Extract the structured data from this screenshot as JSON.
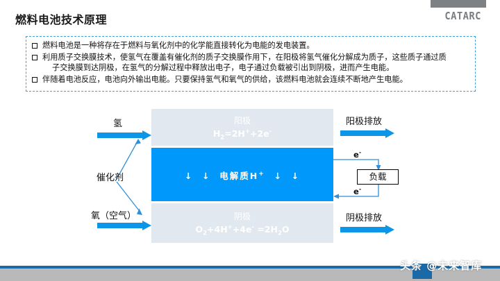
{
  "header": {
    "title": "燃料电池技术原理",
    "logo_text": "CATARC",
    "logo_bar_color": "#7e8184"
  },
  "bullets": [
    {
      "marker": "hollow-square",
      "lines": [
        "燃料电池是一种将存在于燃料与氧化剂中的化学能直接转化为电能的发电装置。"
      ]
    },
    {
      "marker": "hollow-square",
      "lines": [
        "利用质子交换膜技术，使氢气在覆盖有催化剂的质子交换膜作用下，在阳极将氢气催化分解成为质子，这些质子通过质",
        "子交换膜到达阴极，在氢气的分解过程中释放出电子，电子通过负载被引出到阴极，进而产生电能。"
      ]
    },
    {
      "marker": "hollow-square",
      "lines": [
        "伴随着电池反应，电池向外输出电能。只要保持氢气和氧气的供给，该燃料电池就会连续不断地产生电能。"
      ]
    }
  ],
  "diagram": {
    "anode": {
      "label": "阳极",
      "equation_html": "H<sub>2</sub>=2H<sup>+</sup>+2e<sup>-</sup>",
      "band_color": "#e1e8ef"
    },
    "electrolyte": {
      "label_html": "↓ &nbsp;↓ &nbsp;电解质H<sup>+</sup> &nbsp;↓ &nbsp;↓",
      "band_color": "#0098fa"
    },
    "cathode": {
      "label": "阴极",
      "equation_html": "O<sub>2</sub>+4H<sup>+</sup>+4e<sup>-</sup> =2H<sub>2</sub>O",
      "band_color": "#e1e8ef"
    },
    "inputs": {
      "hydrogen": "氢",
      "oxygen": "氧（空气）",
      "catalyst": "催化剂"
    },
    "outputs": {
      "anode_exhaust": "阳极排放",
      "cathode_exhaust": "阴极排放"
    },
    "circuit": {
      "electron_top": "e",
      "electron_top_sup": "-",
      "electron_bottom": "e",
      "electron_bottom_sup": "-",
      "load": "负载"
    },
    "arrow_color": "#0d96e8",
    "connector_color": "#2f8fd8"
  },
  "footer": {
    "watermark": "头条 @未来智库",
    "bar_color": "#1b6aa8",
    "strip_color": "#b9b9b9"
  }
}
